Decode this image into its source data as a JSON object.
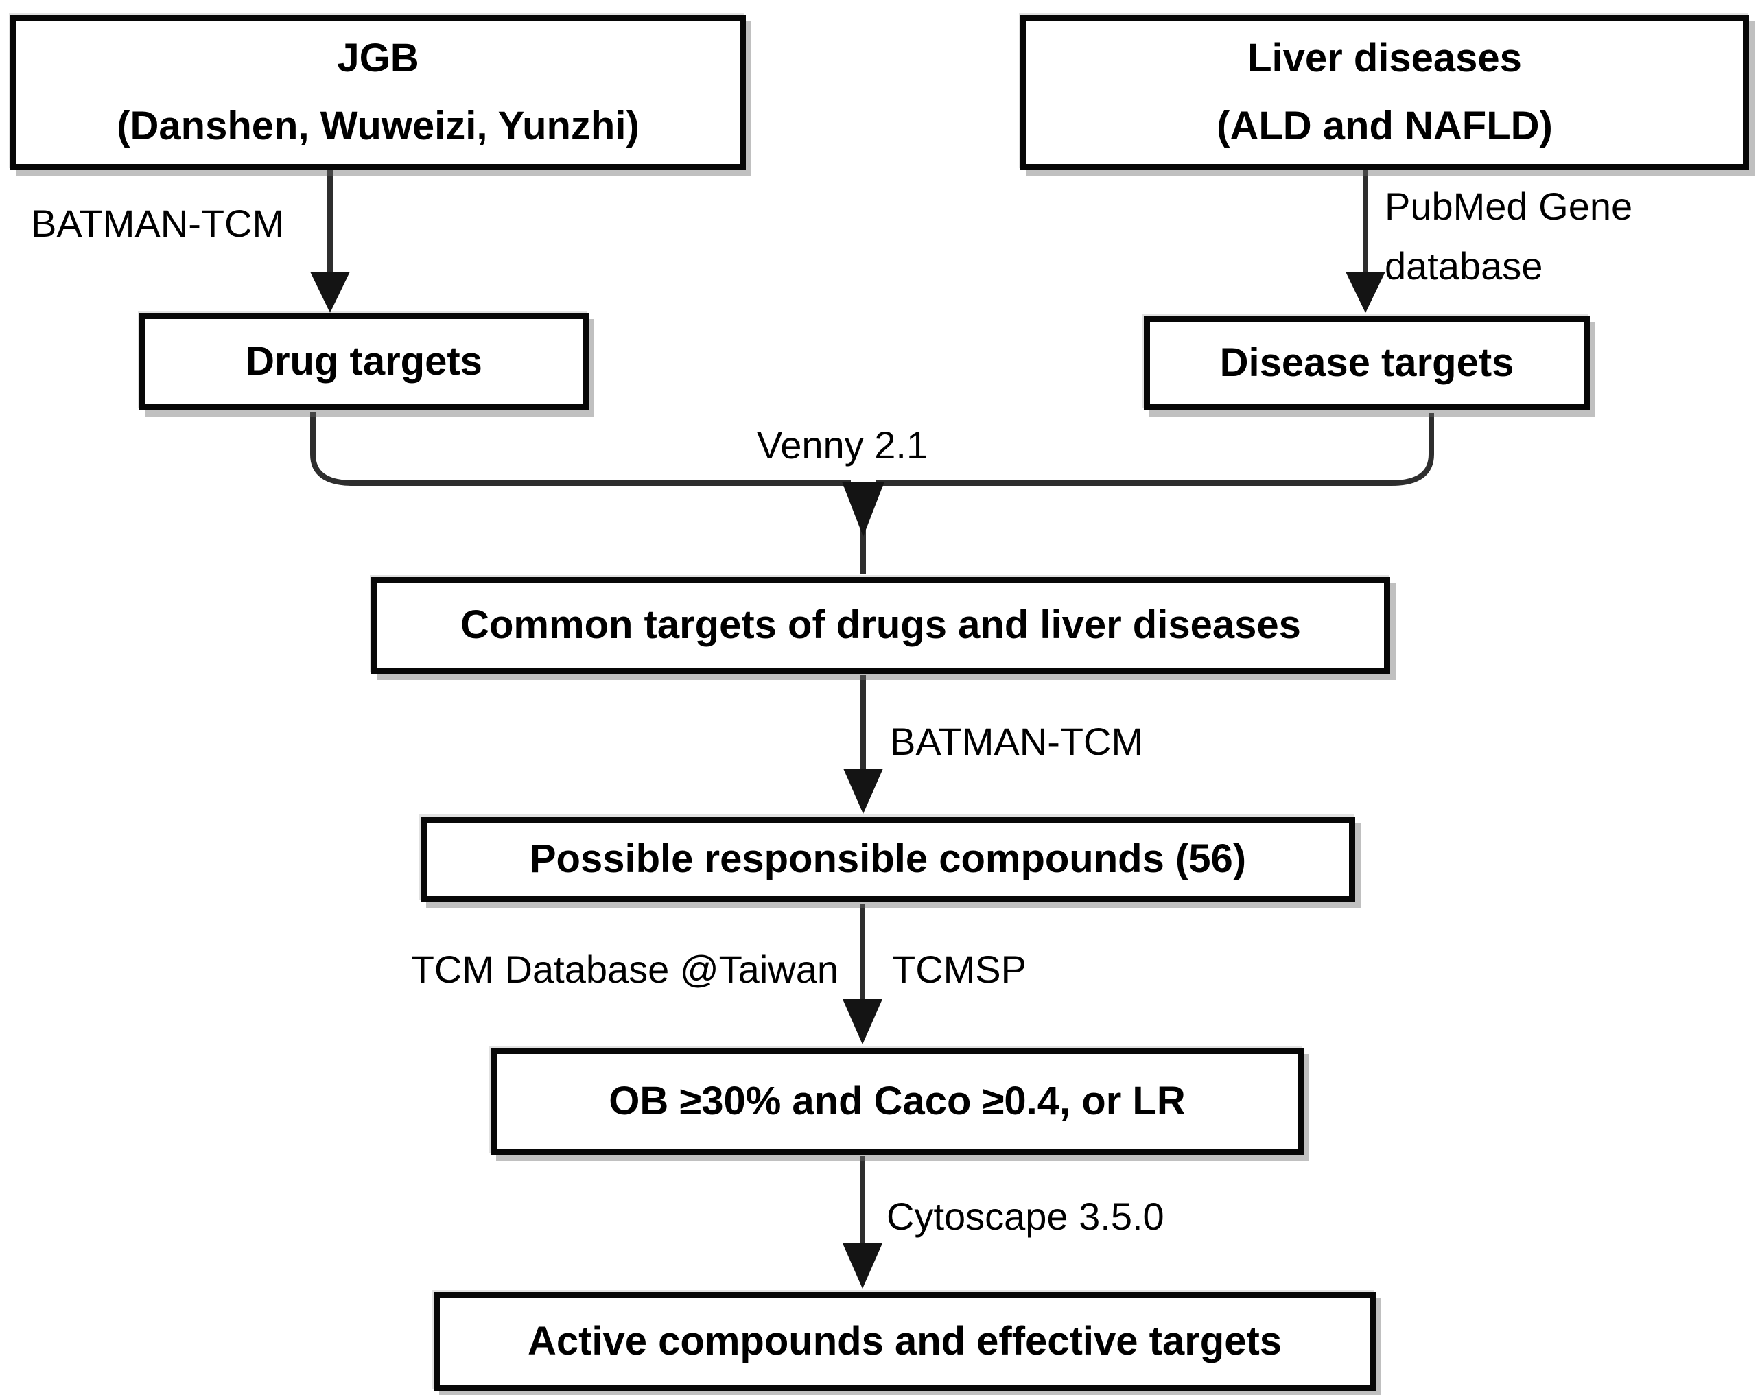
{
  "figure": {
    "type": "flowchart",
    "background": "#ffffff",
    "colors": {
      "box_fill": "#ffffff",
      "box_border": "#000000",
      "text": "#000000",
      "arrow": "#2e2e2e"
    },
    "boxes": {
      "jgb": {
        "line1": "JGB",
        "line2": "(Danshen, Wuweizi, Yunzhi)"
      },
      "liver": {
        "line1": "Liver diseases",
        "line2": "(ALD and NAFLD)"
      },
      "drug_targets": {
        "label": "Drug targets"
      },
      "disease_targets": {
        "label": "Disease targets"
      },
      "common_targets": {
        "label": "Common targets of drugs and liver diseases"
      },
      "possible_compounds": {
        "label": "Possible responsible compounds (56)"
      },
      "filter_criteria": {
        "label": "OB ≥30% and Caco ≥0.4, or LR"
      },
      "active_compounds": {
        "label": "Active compounds and effective targets"
      }
    },
    "edge_labels": {
      "batman_tcm_left": "BATMAN-TCM",
      "pubmed_gene_database": "PubMed Gene database",
      "venny": "Venny 2.1",
      "batman_tcm_center": "BATMAN-TCM",
      "tcm_database_taiwan": "TCM Database @Taiwan",
      "tcmsp": "TCMSP",
      "cytoscape": "Cytoscape 3.5.0"
    },
    "edges": [
      {
        "from": "jgb",
        "to": "drug_targets",
        "label_key": "batman_tcm_left"
      },
      {
        "from": "liver",
        "to": "disease_targets",
        "label_key": "pubmed_gene_database"
      },
      {
        "from": "drug_targets",
        "to": "common_targets",
        "label_key": "venny"
      },
      {
        "from": "disease_targets",
        "to": "common_targets",
        "label_key": "venny"
      },
      {
        "from": "common_targets",
        "to": "possible_compounds",
        "label_key": "batman_tcm_center"
      },
      {
        "from": "possible_compounds",
        "to": "filter_criteria",
        "label_key": "tcm_database_taiwan"
      },
      {
        "from": "possible_compounds",
        "to": "filter_criteria",
        "label_key": "tcmsp"
      },
      {
        "from": "filter_criteria",
        "to": "active_compounds",
        "label_key": "cytoscape"
      }
    ]
  }
}
